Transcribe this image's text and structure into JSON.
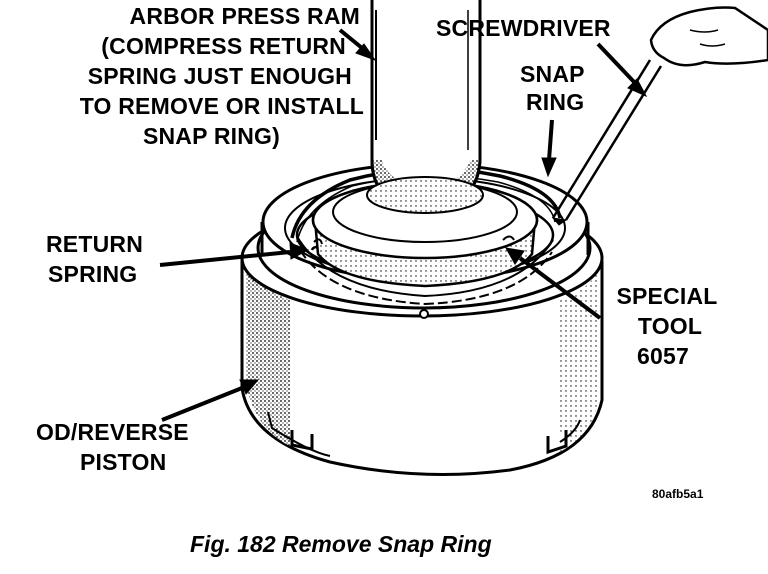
{
  "labels": {
    "arbor_press_ram": [
      "ARBOR PRESS RAM",
      "(COMPRESS RETURN",
      "SPRING JUST ENOUGH",
      "TO REMOVE OR INSTALL",
      "SNAP RING)"
    ],
    "screwdriver": "SCREWDRIVER",
    "snap_ring": [
      "SNAP",
      "RING"
    ],
    "return_spring": [
      "RETURN",
      "SPRING"
    ],
    "special_tool": [
      "SPECIAL",
      "TOOL",
      "6057"
    ],
    "od_reverse_piston": [
      "OD/REVERSE",
      "PISTON"
    ]
  },
  "figure_ref": "80afb5a1",
  "caption": "Fig. 182 Remove Snap Ring"
}
